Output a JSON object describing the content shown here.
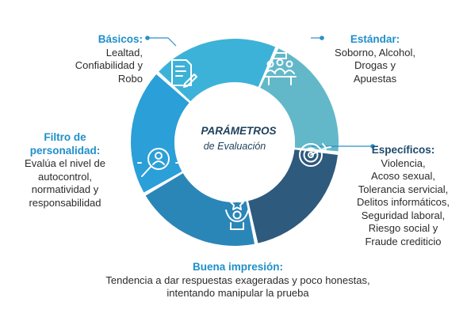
{
  "center": {
    "title": "PARÁMETROS",
    "subtitle": "de Evaluación"
  },
  "segments": [
    {
      "key": "basicos",
      "title": "Básicos:",
      "lines": [
        "Lealtad,",
        "Confiabilidad y",
        "Robo"
      ],
      "color": "#3db2d8",
      "icon": "checklist-pen-icon"
    },
    {
      "key": "estandar",
      "title": "Estándar:",
      "lines": [
        "Soborno, Alcohol,",
        "Drogas y",
        "Apuestas"
      ],
      "color": "#62b8c9",
      "icon": "meeting-group-icon"
    },
    {
      "key": "especificos",
      "title": "Específicos:",
      "lines": [
        "Violencia,",
        "Acoso sexual,",
        "Tolerancia servicial,",
        "Delitos informáticos,",
        "Seguridad laboral,",
        "Riesgo social y",
        "Fraude crediticio"
      ],
      "color": "#2e5a7d",
      "icon": "target-arrow-icon"
    },
    {
      "key": "buena",
      "title": "Buena impresión:",
      "lines": [
        "Tendencia a dar respuestas exageradas y poco honestas,",
        "intentando manipular la prueba"
      ],
      "color": "#2b86b8",
      "icon": "star-person-icon"
    },
    {
      "key": "filtro",
      "title": "Filtro de personalidad:",
      "title_lines": [
        "Filtro de",
        "personalidad:"
      ],
      "lines": [
        "Evalúa el nivel de",
        "autocontrol,",
        "normatividad y",
        "responsabilidad"
      ],
      "color": "#2b9fd8",
      "icon": "magnifier-person-icon"
    }
  ],
  "colors": {
    "title_accent": "#1f8fc9",
    "title_dark": "#1d4a6e",
    "connector": "#2e8fc7"
  }
}
